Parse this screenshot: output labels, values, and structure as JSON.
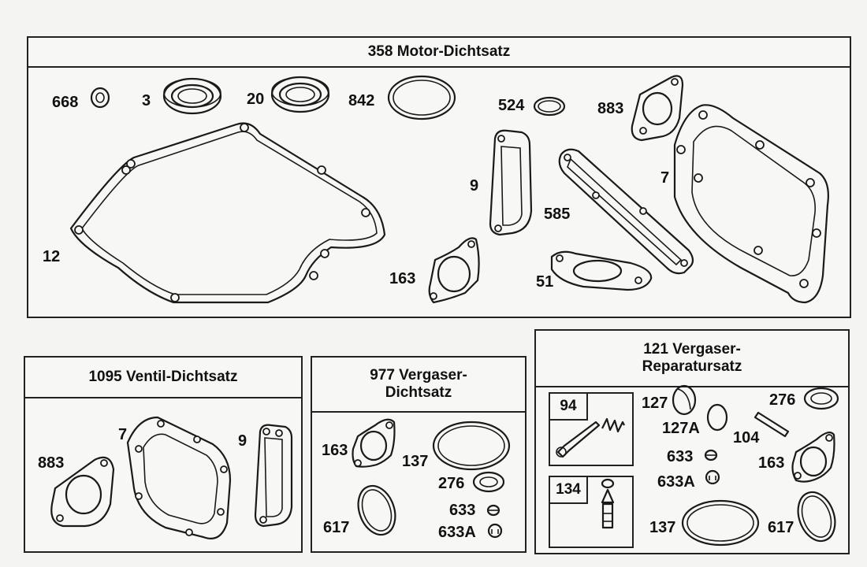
{
  "panels": {
    "motor": {
      "title": "358 Motor-Dichtsatz"
    },
    "ventil": {
      "title": "1095  Ventil-Dichtsatz"
    },
    "vergaser_dicht": {
      "title_line1": "977   Vergaser-",
      "title_line2": "Dichtsatz"
    },
    "vergaser_rep": {
      "title_line1": "121     Vergaser-",
      "title_line2": "Reparatursatz"
    }
  },
  "subpanels": {
    "p94": "94",
    "p134": "134"
  },
  "labels": {
    "m668": "668",
    "m3": "3",
    "m20": "20",
    "m842": "842",
    "m524": "524",
    "m883": "883",
    "m9": "9",
    "m7": "7",
    "m585": "585",
    "m12": "12",
    "m163": "163",
    "m51": "51",
    "v883": "883",
    "v7": "7",
    "v9": "9",
    "d163": "163",
    "d137": "137",
    "d276": "276",
    "d633": "633",
    "d633a": "633A",
    "d617": "617",
    "r127": "127",
    "r127a": "127A",
    "r276": "276",
    "r104": "104",
    "r633": "633",
    "r633a": "633A",
    "r163": "163",
    "r137": "137",
    "r617": "617"
  },
  "icons": [
    "oil-seal-icon",
    "o-ring-icon",
    "gasket-icon",
    "needle-valve-icon",
    "spring-icon",
    "float-needle-icon"
  ]
}
